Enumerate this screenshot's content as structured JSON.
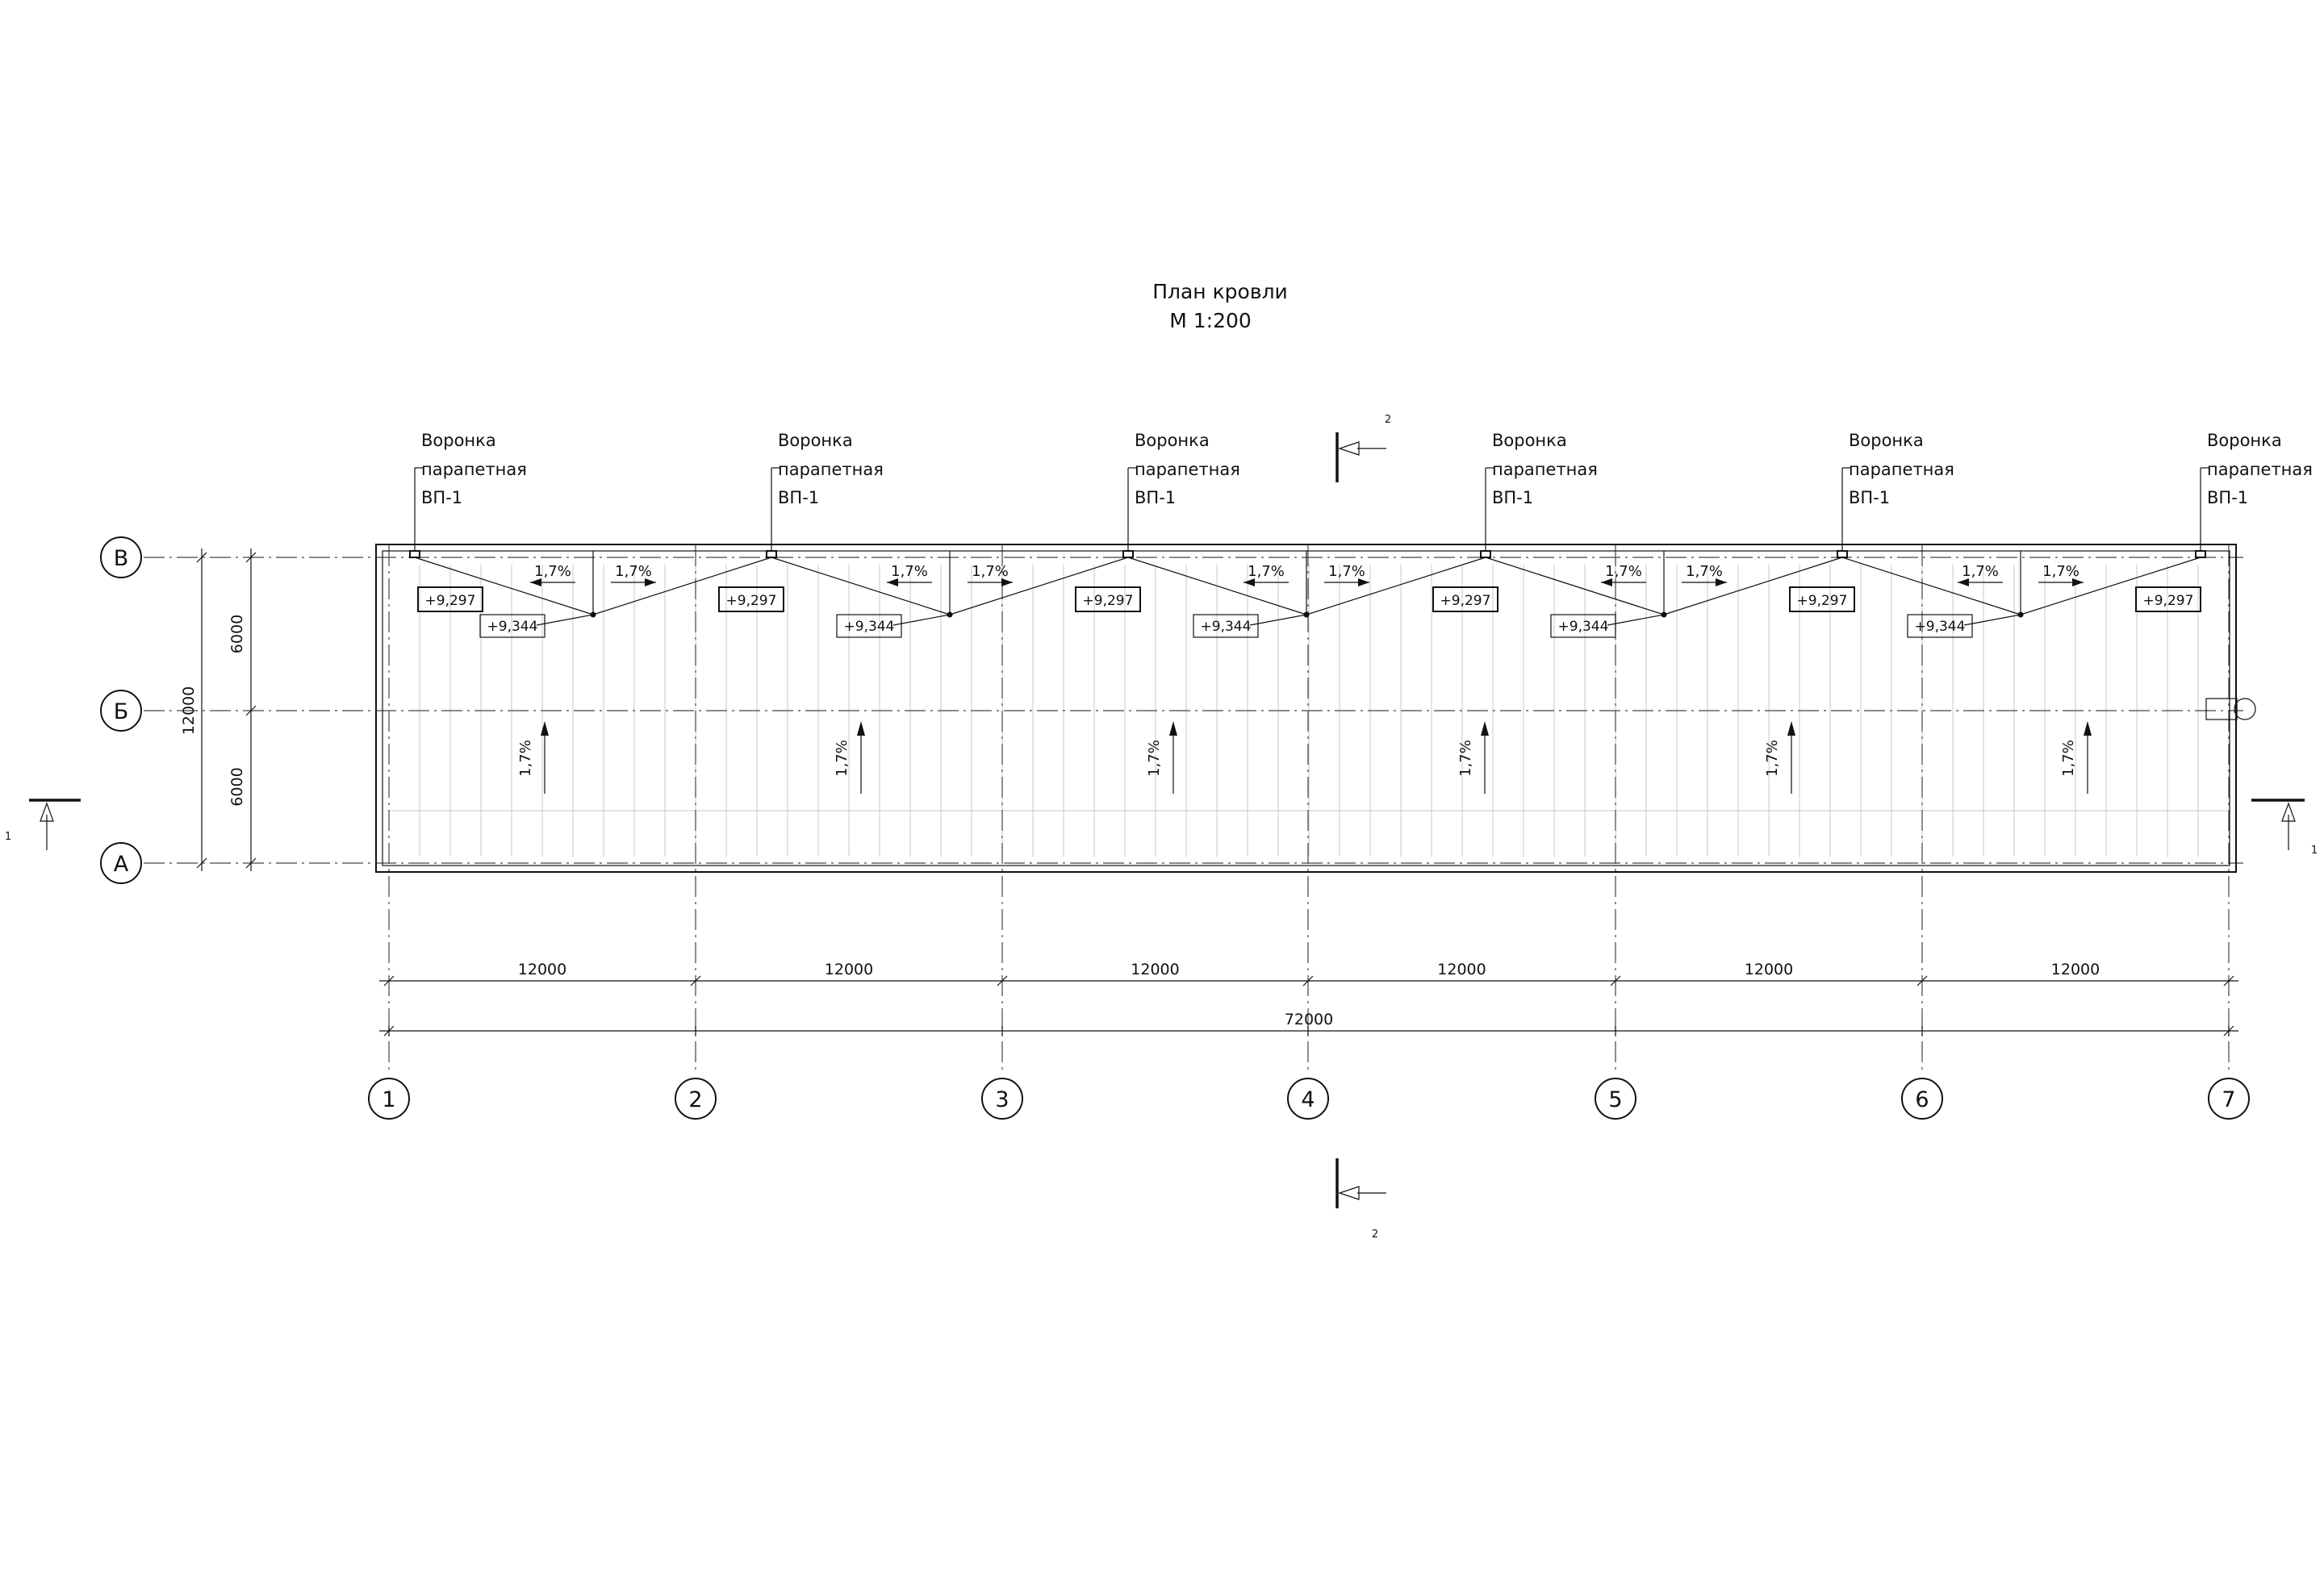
{
  "title": {
    "name": "План кровли",
    "scale": "М 1:200"
  },
  "axes": {
    "horizontal": [
      "1",
      "2",
      "3",
      "4",
      "5",
      "6",
      "7"
    ],
    "vertical": [
      "В",
      "Б",
      "А"
    ]
  },
  "dimensions": {
    "bay": [
      "12000",
      "12000",
      "12000",
      "12000",
      "12000",
      "12000"
    ],
    "overall": "72000",
    "side_partial": [
      "6000",
      "6000"
    ],
    "side_total": "12000"
  },
  "funnels": {
    "label_line1": "Воронка",
    "label_line2": "парапетная",
    "label_line3": "ВП-1",
    "count": 6
  },
  "elevations": {
    "at_funnel": "+9,297",
    "at_ridge": "+9,344"
  },
  "slopes": {
    "value": "1,7%"
  },
  "sections": {
    "cut_1": "1",
    "cut_2": "2"
  },
  "colors": {
    "line": "#111111",
    "background": "#ffffff"
  }
}
